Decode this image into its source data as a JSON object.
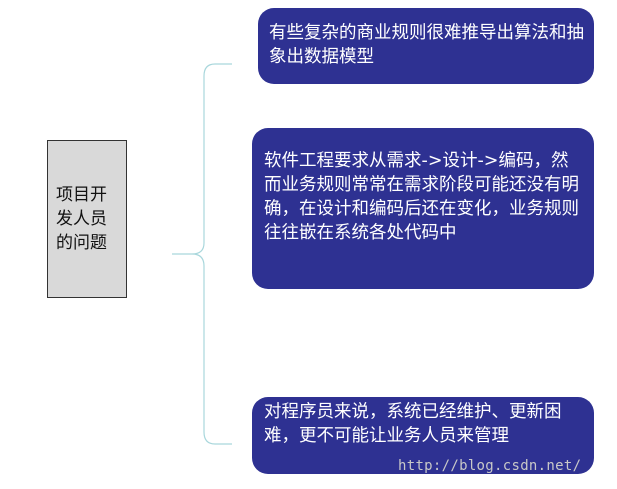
{
  "diagram": {
    "root": {
      "label": "项目开发人员的问题"
    },
    "nodes": [
      {
        "text": "有些复杂的商业规则很难推导出算法和抽象出数据模型"
      },
      {
        "text": "软件工程要求从需求->设计->编码，然而业务规则常常在需求阶段可能还没有明确，在设计和编码后还在变化，业务规则往往嵌在系统各处代码中"
      },
      {
        "text": "对程序员来说，系统已经维护、更新困难，更不可能让业务人员来管理"
      }
    ],
    "colors": {
      "node_fill": "#2e3192",
      "node_text": "#ffffff",
      "root_fill": "#d9d9d9",
      "connector": "#a9d7dc"
    }
  },
  "watermark": "http://blog.csdn.net/"
}
